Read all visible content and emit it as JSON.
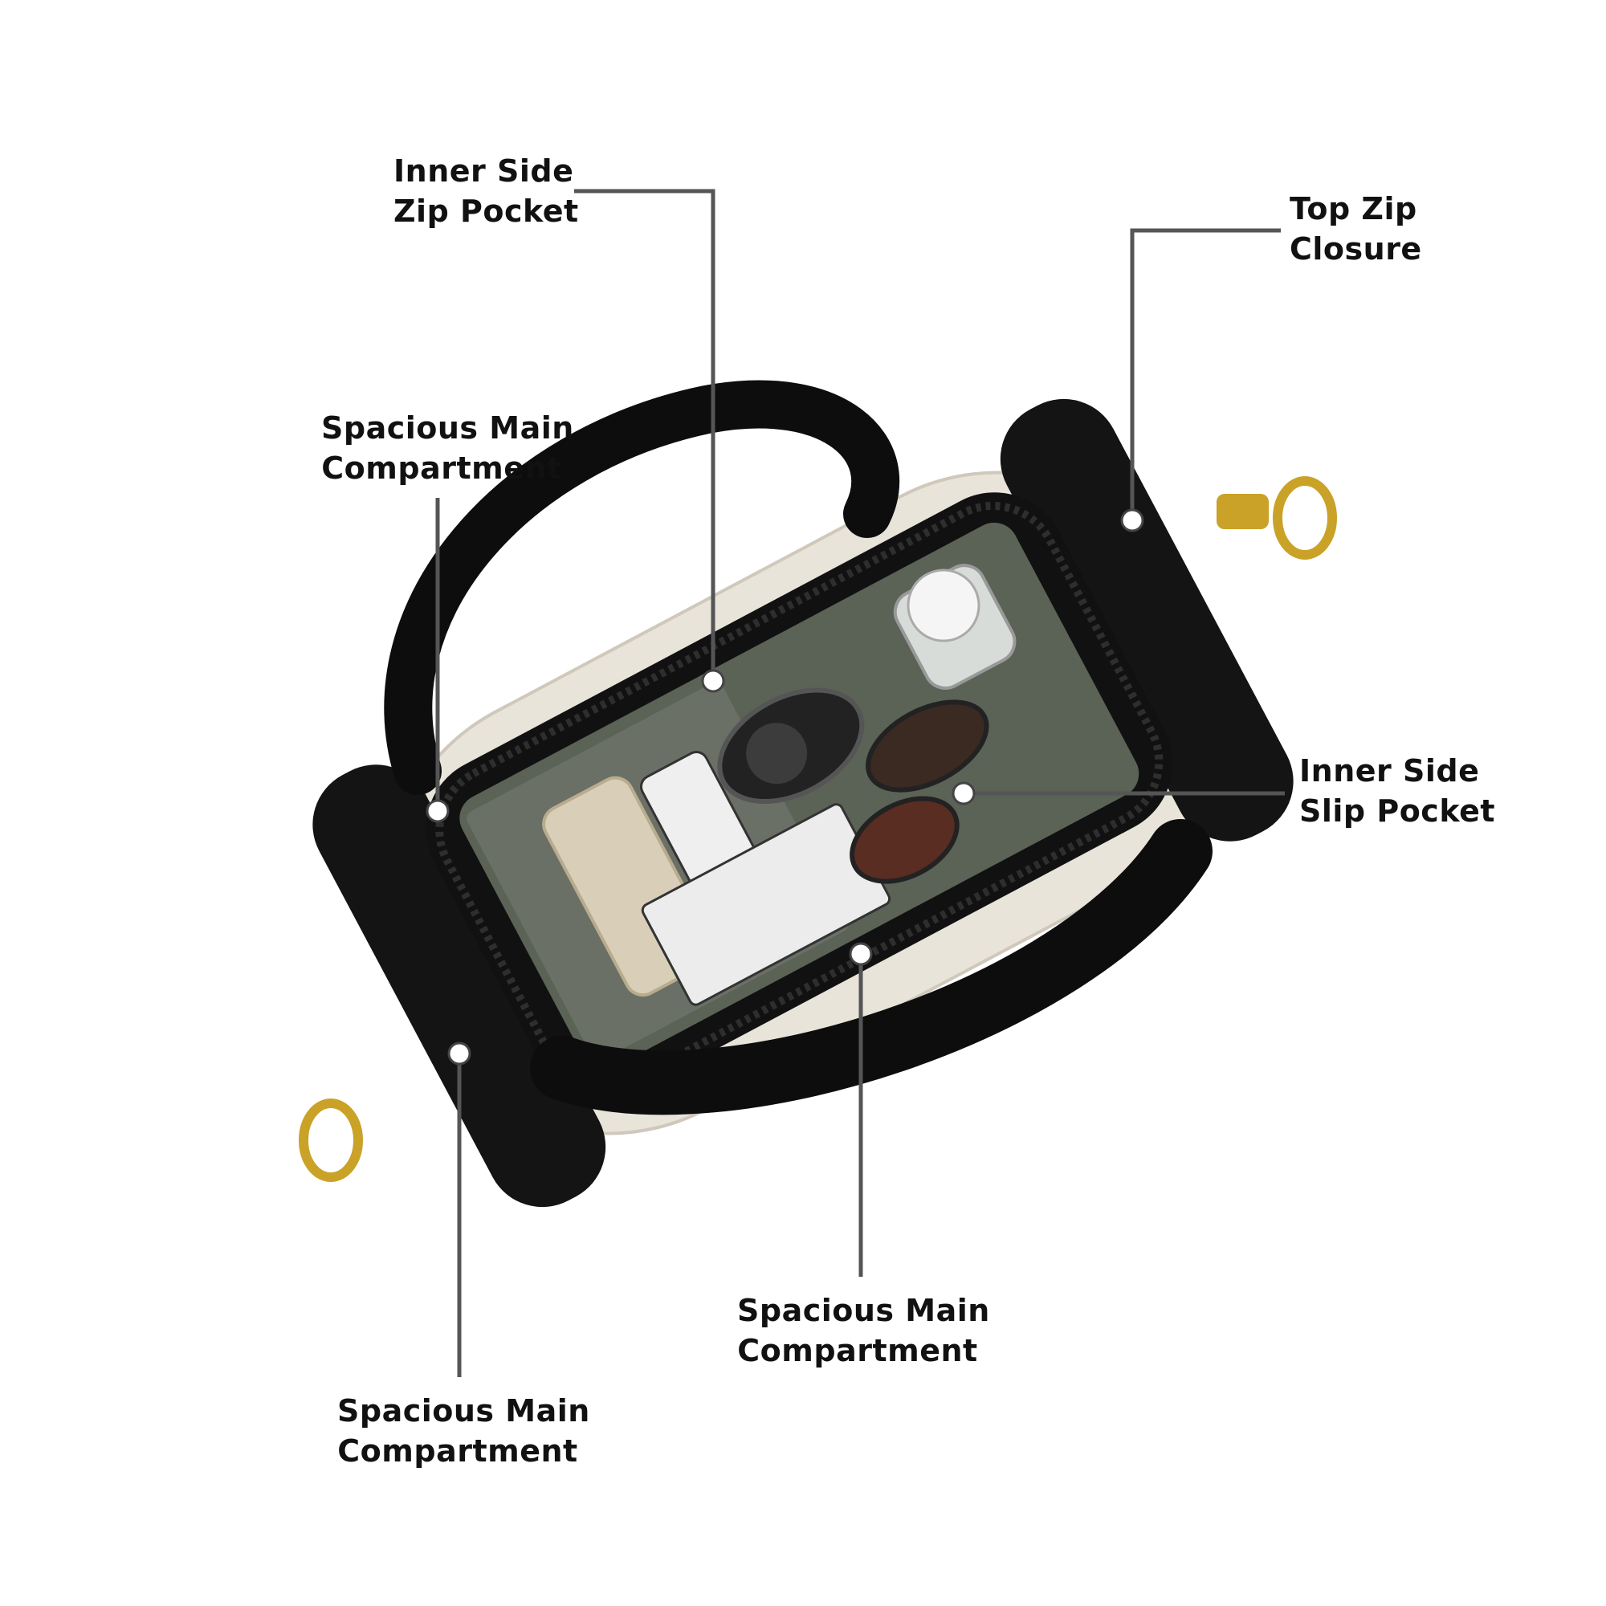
{
  "callouts": {
    "inner_side_zip_pocket": {
      "line1": "Inner Side",
      "line2": "Zip Pocket"
    },
    "top_zip_closure": {
      "line1": "Top Zip",
      "line2": "Closure"
    },
    "spacious_main_top_left": {
      "line1": "Spacious Main",
      "line2": "Compartment"
    },
    "inner_side_slip_pocket": {
      "line1": "Inner Side",
      "line2": "Slip Pocket"
    },
    "spacious_main_bottom_center": {
      "line1": "Spacious Main",
      "line2": "Compartment"
    },
    "spacious_main_bottom_left": {
      "line1": "Spacious Main",
      "line2": "Compartment"
    }
  },
  "colors": {
    "background": "#ffffff",
    "leader_line": "#555555",
    "bag_black": "#111111",
    "bag_cream": "#e9e4da",
    "lining_olive": "#5b6256",
    "hardware_gold": "#c9a227"
  }
}
